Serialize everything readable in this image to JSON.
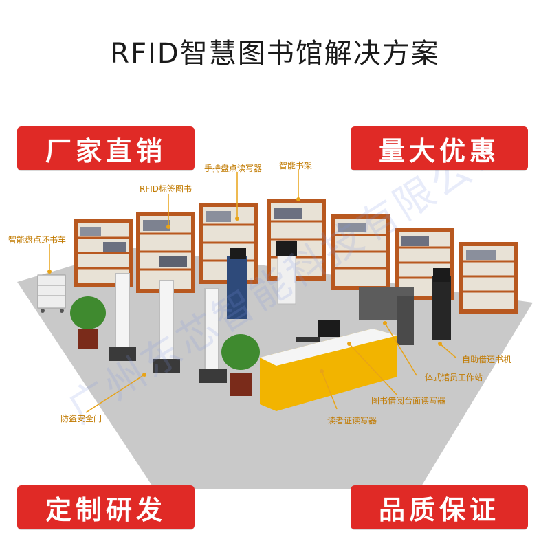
{
  "title": "RFID智慧图书馆解决方案",
  "badges": {
    "top_left": "厂家直销",
    "top_right": "量大优惠",
    "bottom_left": "定制研发",
    "bottom_right": "品质保证"
  },
  "labels": {
    "handheld_reader": "手持盘点读写器",
    "smart_shelf": "智能书架",
    "rfid_tag_book": "RFID标签图书",
    "inventory_cart": "智能盘点还书车",
    "self_service_machine": "自助借还书机",
    "librarian_workstation": "一体式馆员工作站",
    "desktop_reader": "图书借阅台面读写器",
    "anti_theft_gate": "防盗安全门",
    "card_reader": "读者证读写器"
  },
  "watermark": "广州东芯智能科技有限公司",
  "colors": {
    "badge_red": "#e02a26",
    "label_orange": "#c17a00",
    "floor_gray": "#c9c9c9",
    "shelf_wood": "#b8581f",
    "desk_yellow": "#f2b400"
  }
}
